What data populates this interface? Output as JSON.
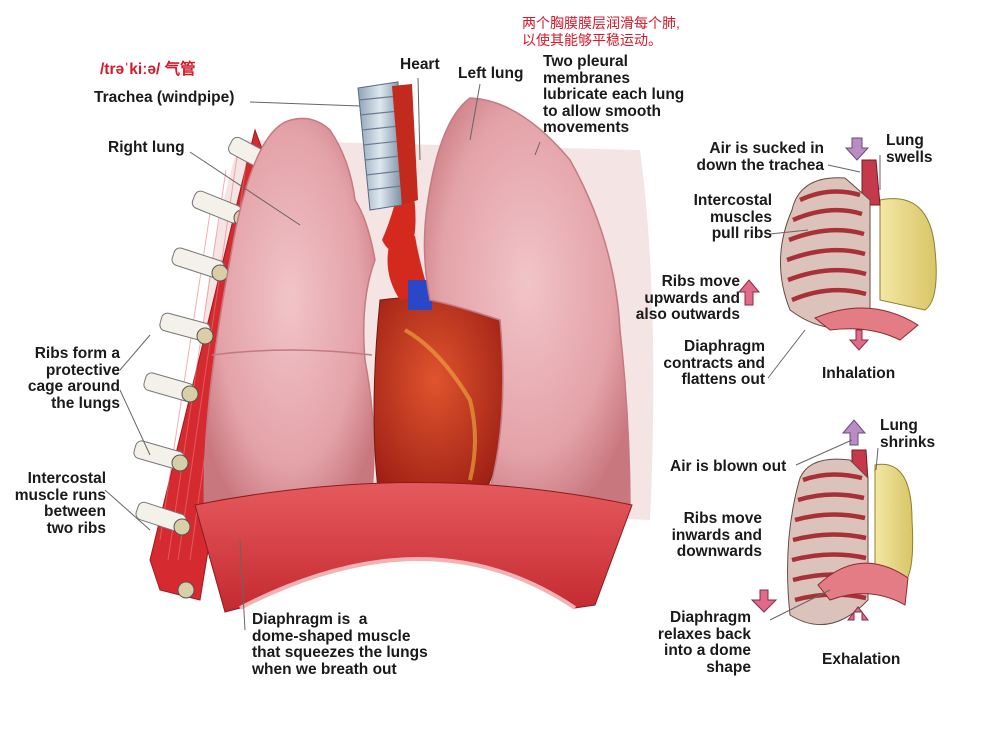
{
  "annotations": {
    "pronunciation": "/trəˈkiːə/ 气管",
    "chinese_note_line1": "两个胸膜膜层润滑每个肺,",
    "chinese_note_line2": "以使其能够平稳运动。"
  },
  "main_labels": {
    "trachea": "Trachea (windpipe)",
    "heart": "Heart",
    "left_lung": "Left lung",
    "pleural": "Two pleural\nmembranes\nlubricate each lung\nto allow smooth\nmovements",
    "right_lung": "Right lung",
    "ribs_cage": "Ribs form a\nprotective\ncage around\nthe lungs",
    "intercostal_runs": "Intercostal\nmuscle runs\nbetween\ntwo ribs",
    "diaphragm_dome": "Diaphragm is  a\ndome-shaped muscle\nthat squeezes the lungs\nwhen we breath out"
  },
  "inhalation": {
    "title": "Inhalation",
    "air_sucked": "Air is sucked in\ndown the trachea",
    "lung_swells": "Lung\nswells",
    "intercostal_pull": "Intercostal\nmuscles\npull ribs",
    "ribs_move_up": "Ribs move\nupwards and\nalso outwards",
    "diaphragm_contracts": "Diaphragm\ncontracts and\nflattens out"
  },
  "exhalation": {
    "title": "Exhalation",
    "air_blown": "Air is blown out",
    "lung_shrinks": "Lung\nshrinks",
    "ribs_move_in": "Ribs move\ninwards and\ndownwards",
    "diaphragm_relaxes": "Diaphragm\nrelaxes back\ninto a dome\nshape"
  },
  "colors": {
    "lung": "#e8a8ae",
    "muscle": "#d42a30",
    "rib": "#f4f1ea",
    "heart": "#c8301e",
    "vein": "#2a47c8",
    "yellow_lung": "#ecdd8a",
    "annotation_red": "#d6182b",
    "arrow_purple": "#b98cc4",
    "arrow_pink": "#e06a8a"
  }
}
